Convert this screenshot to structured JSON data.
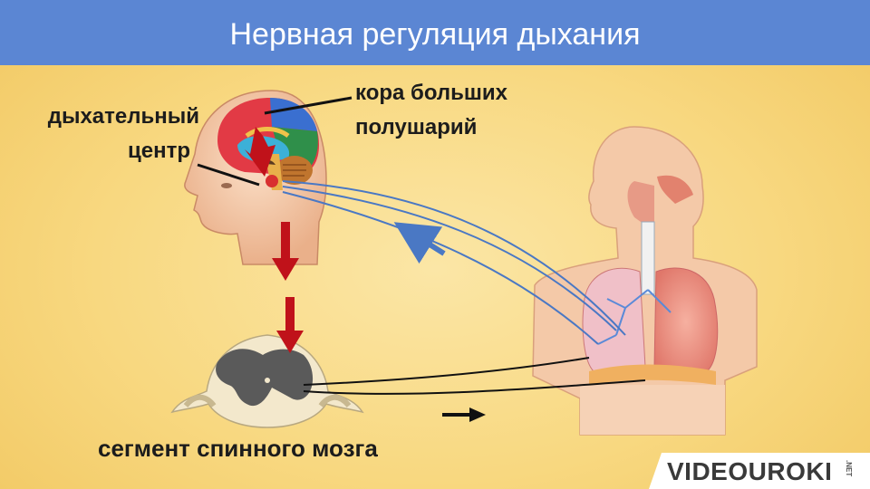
{
  "title": "Нервная регуляция дыхания",
  "labels": {
    "respiratory_center_line1": "дыхательный",
    "respiratory_center_line2": "центр",
    "cortex_line1": "кора больших",
    "cortex_line2": "полушарий",
    "spinal_segment": "сегмент спинного мозга"
  },
  "logo": {
    "text": "VIDEOUROKI",
    "suffix": ".NET"
  },
  "colors": {
    "title_bar": "#5b86d3",
    "background": "#f8d880",
    "descending_arrow": "#c0121a",
    "afferent_arrow": "#4a78c4",
    "efferent_arrow": "#111111"
  },
  "icons": [
    "head-brain-illustration",
    "spinal-cord-cross-section",
    "torso-lungs-illustration"
  ]
}
